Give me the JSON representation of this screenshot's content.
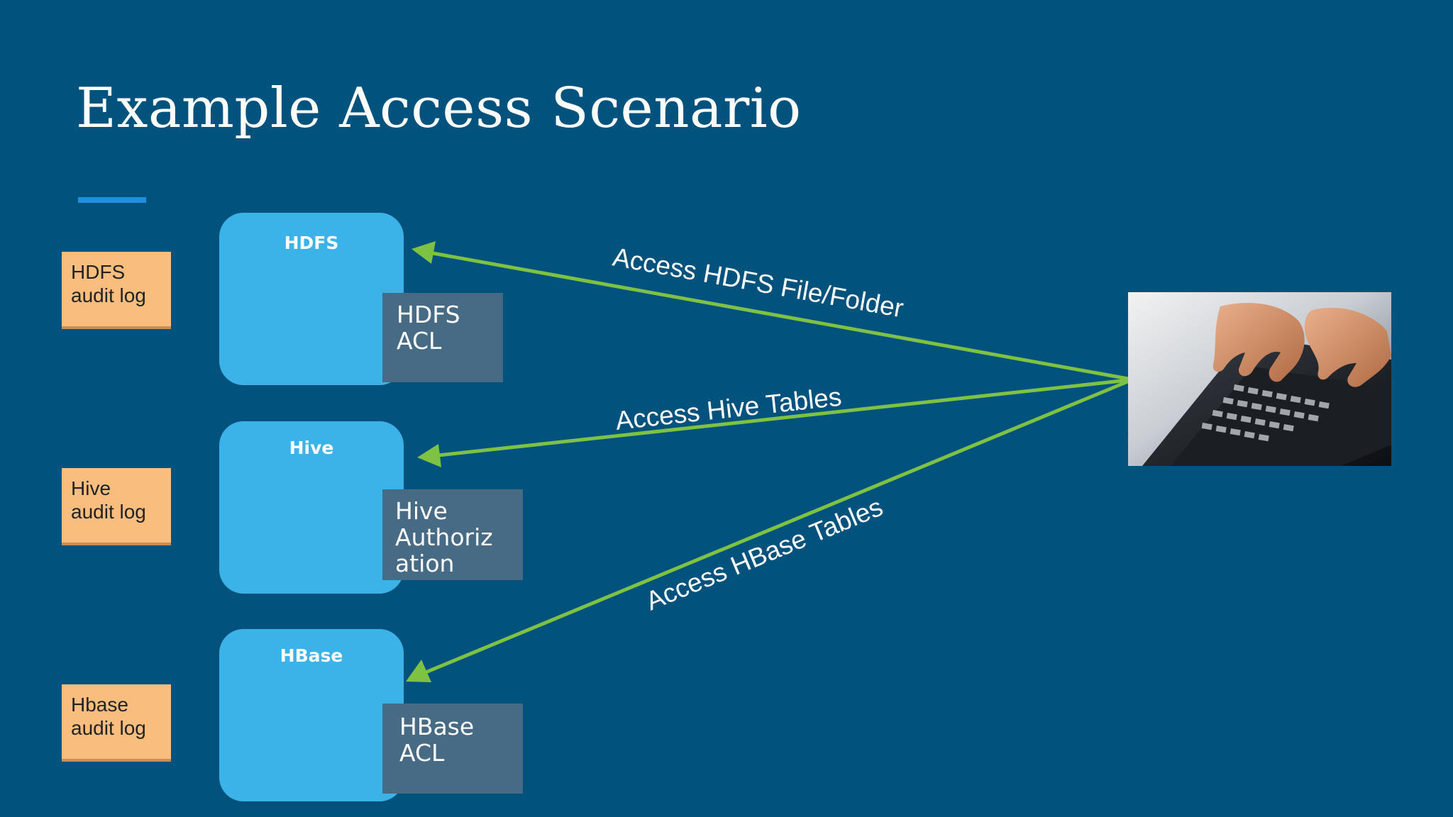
{
  "slide": {
    "title": "Example Access Scenario"
  },
  "audit_logs": [
    {
      "label": "HDFS\naudit log"
    },
    {
      "label": "Hive\naudit log"
    },
    {
      "label": "Hbase\naudit log"
    }
  ],
  "services": [
    {
      "name": "HDFS",
      "acl": "HDFS\nACL"
    },
    {
      "name": "Hive",
      "acl": "Hive\nAuthoriz\nation"
    },
    {
      "name": "HBase",
      "acl": "HBase\nACL"
    }
  ],
  "arrows": [
    {
      "label": "Access HDFS File/Folder"
    },
    {
      "label": "Access Hive Tables"
    },
    {
      "label": "Access HBase Tables"
    }
  ],
  "colors": {
    "background": "#02527e",
    "service_box": "#3cb3e8",
    "acl_box": "#476b85",
    "audit_log": "#f9be7e",
    "arrow": "#7dc242",
    "accent": "#1e90e0"
  },
  "image": {
    "icon": "laptop-typing-photo"
  }
}
